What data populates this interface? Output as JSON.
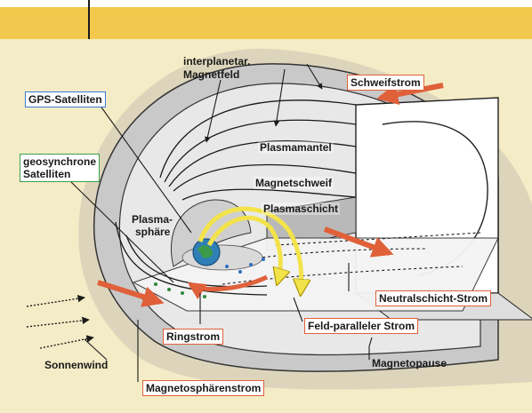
{
  "colors": {
    "band_yellow": "#f2c94c",
    "background": "#f4ecc6",
    "gray_fill": "#bdbdbd",
    "arrow_red": "#e0603a",
    "arrow_yellow": "#f3e34a",
    "box_orange": "#e0603a",
    "box_blue": "#3a7bd5",
    "box_green": "#3aa04a",
    "earth": "#2f7fb7"
  },
  "labels": {
    "interplanetar": "interplanetar.",
    "magnetfeld": "Magnetfeld",
    "schweifstrom": "Schweifstrom",
    "gps": "GPS-Satelliten",
    "geo_line1": "geosynchrone",
    "geo_line2": "Satelliten",
    "plasmamantel": "Plasmamantel",
    "magnetschweif": "Magnetschweif",
    "plasmaschicht": "Plasmaschicht",
    "plasmasphaere_1": "Plasma-",
    "plasmasphaere_2": "sphäre",
    "neutralschicht": "Neutralschicht-Strom",
    "feldparallel": "Feld-paralleler Strom",
    "ringstrom": "Ringstrom",
    "sonnenwind": "Sonnenwind",
    "magnetopause": "Magnetopause",
    "magnetosphaerenstrom": "Magnetosphärenstrom"
  },
  "icons": [
    "earth-icon",
    "red-current-arrow",
    "yellow-current-arrow",
    "solar-wind-arrow"
  ]
}
